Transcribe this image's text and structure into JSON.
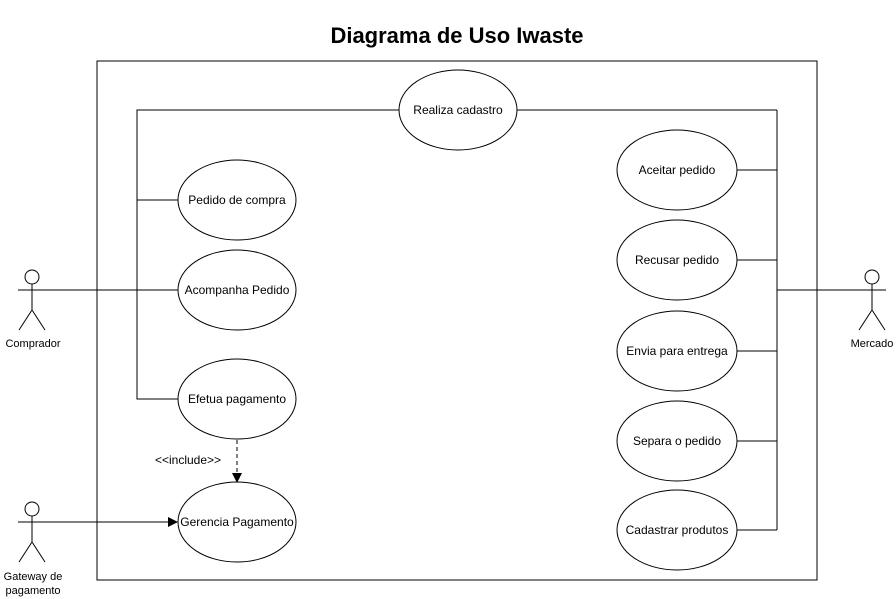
{
  "title": "Diagrama de Uso Iwaste",
  "actors": {
    "comprador": "Comprador",
    "mercado": "Mercado",
    "gateway_line1": "Gateway de",
    "gateway_line2": "pagamento"
  },
  "use_cases": {
    "realiza_cadastro": "Realiza cadastro",
    "pedido_de_compra": "Pedido de compra",
    "acompanha_pedido": "Acompanha Pedido",
    "efetua_pagamento": "Efetua pagamento",
    "gerencia_pagamento": "Gerencia Pagamento",
    "aceitar_pedido": "Aceitar pedido",
    "recusar_pedido": "Recusar pedido",
    "envia_para_entrega": "Envia para entrega",
    "separa_o_pedido": "Separa o pedido",
    "cadastrar_produtos": "Cadastrar produtos"
  },
  "relations": {
    "include": "<<include>>"
  }
}
